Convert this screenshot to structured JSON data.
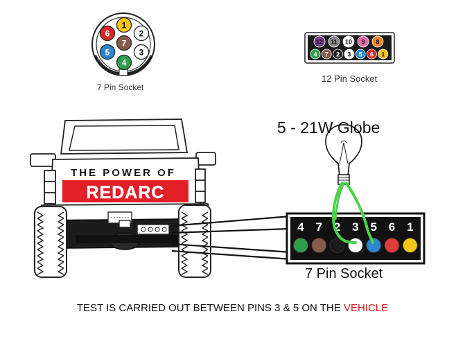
{
  "small_7pin": {
    "label": "7 Pin Socket",
    "pins": [
      {
        "num": "1",
        "color": "#f5c518",
        "text_color": "#111111"
      },
      {
        "num": "2",
        "color": "#ffffff",
        "text_color": "#111111"
      },
      {
        "num": "3",
        "color": "#ffffff",
        "text_color": "#111111"
      },
      {
        "num": "4",
        "color": "#2e9e4a",
        "text_color": "#ffffff"
      },
      {
        "num": "5",
        "color": "#2a86d1",
        "text_color": "#ffffff"
      },
      {
        "num": "6",
        "color": "#d62a2a",
        "text_color": "#ffffff"
      },
      {
        "num": "7",
        "color": "#8a5a4a",
        "text_color": "#ffffff"
      }
    ]
  },
  "socket_12pin": {
    "label": "12 Pin Socket",
    "top_row": [
      {
        "num": "12",
        "color": "#7a3f8f"
      },
      {
        "num": "11",
        "color": "#8a8a8a"
      },
      {
        "num": "10",
        "color": "#ffffff"
      },
      {
        "num": "9",
        "color": "#e46fa8"
      },
      {
        "num": "8",
        "color": "#f08a24"
      }
    ],
    "bottom_row": [
      {
        "num": "4",
        "color": "#2e9e4a"
      },
      {
        "num": "7",
        "color": "#8a5a4a"
      },
      {
        "num": "2",
        "color": "#222222"
      },
      {
        "num": "3",
        "color": "#ffffff"
      },
      {
        "num": "5",
        "color": "#2a86d1"
      },
      {
        "num": "6",
        "color": "#d62a2a"
      },
      {
        "num": "1",
        "color": "#f5c518"
      }
    ]
  },
  "truck": {
    "banner_top": "THE POWER OF",
    "banner_brand": "REDARC",
    "brand_color": "#e41e26"
  },
  "globe": {
    "label": "5 - 21W Globe",
    "wire_color": "#4cd14c"
  },
  "big_7pin": {
    "label": "7 Pin Socket",
    "pins": [
      {
        "num": "4",
        "color": "#2e9e4a"
      },
      {
        "num": "7",
        "color": "#8a5a4a"
      },
      {
        "num": "2",
        "color": "#1a1a1a"
      },
      {
        "num": "3",
        "color": "#ffffff"
      },
      {
        "num": "5",
        "color": "#2a86d1"
      },
      {
        "num": "6",
        "color": "#e03a3a"
      },
      {
        "num": "1",
        "color": "#f5c518"
      }
    ]
  },
  "caption": {
    "text": "TEST IS CARRIED OUT BETWEEN PINS 3 & 5 ON THE ",
    "highlight": "VEHICLE",
    "highlight_color": "#d61a1a"
  }
}
